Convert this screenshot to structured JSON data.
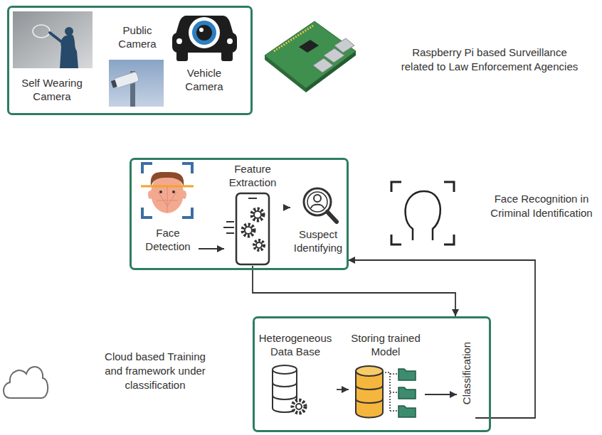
{
  "diagram": {
    "nodes": [
      {
        "text": [
          "Public Camera",
          "Self Wearing Camera",
          "Vehicle Camera"
        ]
      },
      {
        "text": []
      },
      {
        "text": [
          "Face Detection"
        ],
        "in": 1
      },
      {
        "text": [
          "Feature Extraction"
        ],
        "in": 1
      },
      {
        "text": [
          "Suspect Identifying"
        ],
        "in": 1
      },
      {
        "text": []
      },
      {
        "text": [
          "Heterogeneous Data Base"
        ],
        "in": 5
      },
      {
        "text": [
          "Storing trained Model"
        ],
        "in": 5
      },
      {
        "text": [
          "Classification"
        ],
        "in": 5
      }
    ],
    "edges": [
      {
        "from": 2,
        "to": 3,
        "arrow": "to"
      },
      {
        "from": 3,
        "to": 4,
        "arrow": "to"
      },
      {
        "from": 3,
        "to": 5,
        "arrow": "to"
      },
      {
        "from": 6,
        "to": 7,
        "arrow": "to"
      },
      {
        "from": 7,
        "to": 8,
        "arrow": "to"
      },
      {
        "from": 8,
        "to": 4,
        "arrow": "to"
      }
    ],
    "labels": [
      "Raspberry Pi based Surveillance related to Law Enforcement Agencies",
      "Face Recognition in Criminal Identification",
      "Cloud based Training and framework under classification"
    ]
  }
}
